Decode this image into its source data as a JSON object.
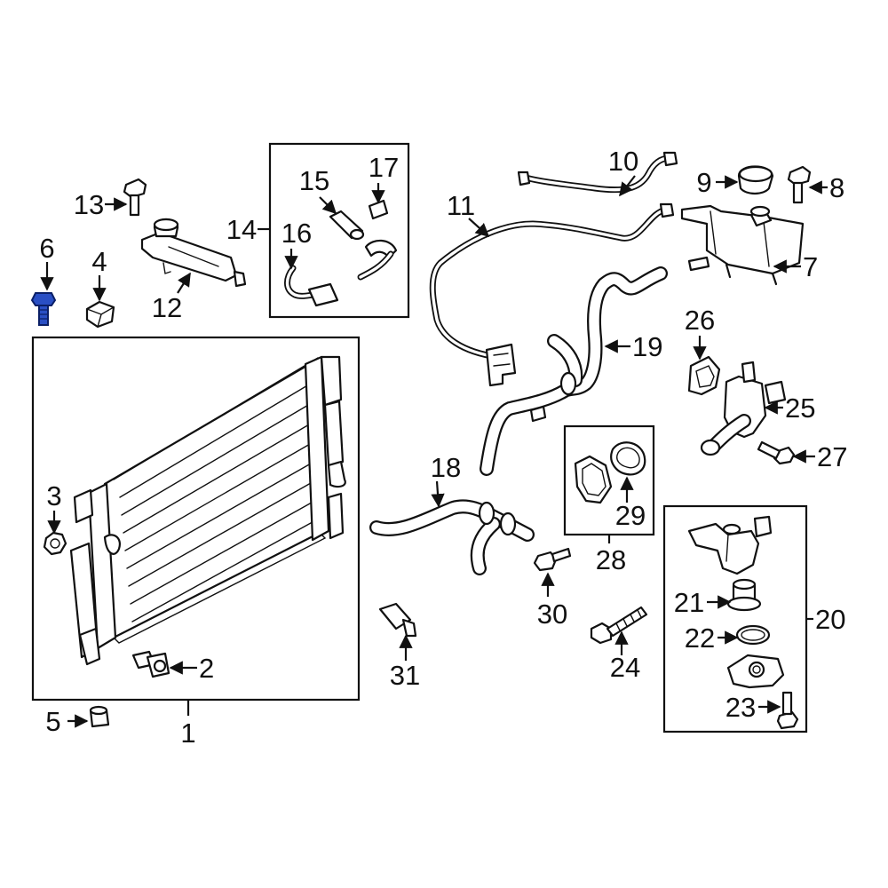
{
  "diagram": {
    "highlight_color": "#2a4fc4",
    "callouts": {
      "c1": "1",
      "c2": "2",
      "c3": "3",
      "c4": "4",
      "c5": "5",
      "c6": "6",
      "c7": "7",
      "c8": "8",
      "c9": "9",
      "c10": "10",
      "c11": "11",
      "c12": "12",
      "c13": "13",
      "c14": "14",
      "c15": "15",
      "c16": "16",
      "c17": "17",
      "c18": "18",
      "c19": "19",
      "c20": "20",
      "c21": "21",
      "c22": "22",
      "c23": "23",
      "c24": "24",
      "c25": "25",
      "c26": "26",
      "c27": "27",
      "c28": "28",
      "c29": "29",
      "c30": "30",
      "c31": "31"
    }
  }
}
